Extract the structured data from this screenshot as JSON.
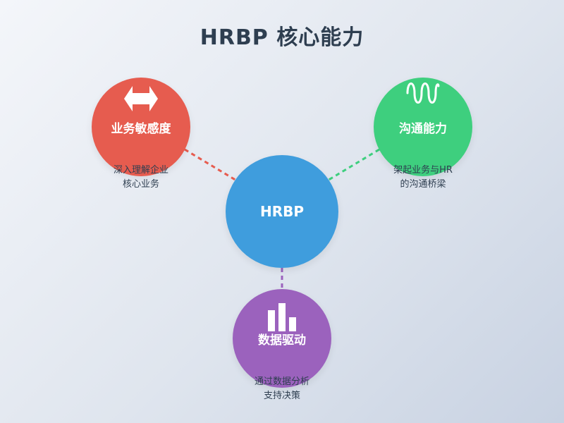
{
  "title": "HRBP 核心能力",
  "center": {
    "label": "HRBP",
    "color": "#3f9ddd"
  },
  "nodes": {
    "business": {
      "label": "业务敏感度",
      "color": "#e65c4f",
      "icon": "double-arrow-icon",
      "desc": [
        "深入理解企业",
        "核心业务"
      ]
    },
    "communication": {
      "label": "沟通能力",
      "color": "#3ecf7e",
      "icon": "wave-icon",
      "desc": [
        "架起业务与HR",
        "的沟通桥梁"
      ]
    },
    "data": {
      "label": "数据驱动",
      "color": "#9b62bd",
      "icon": "bar-chart-icon",
      "desc": [
        "通过数据分析",
        "支持决策"
      ]
    }
  }
}
